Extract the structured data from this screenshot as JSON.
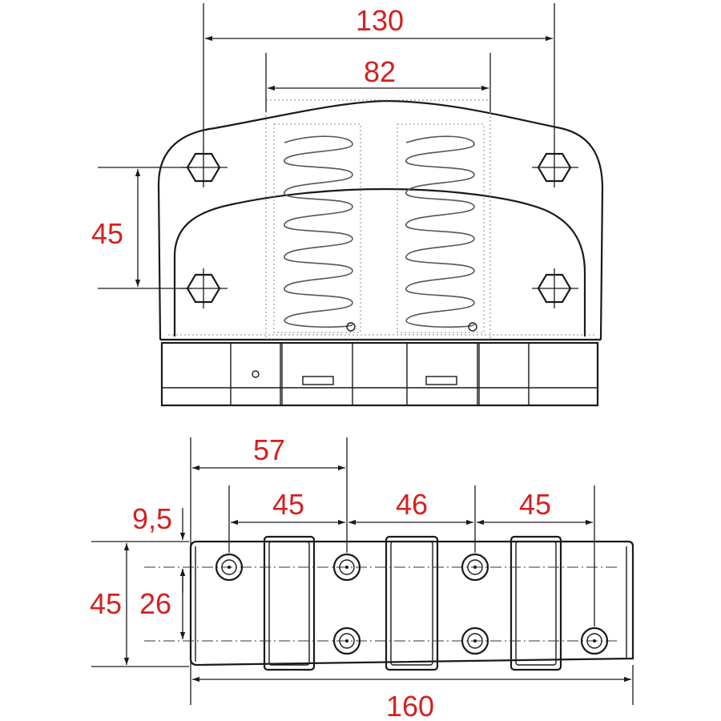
{
  "top_view": {
    "dimensions": {
      "overall_bolt_spacing": "130",
      "spring_spacing": "82",
      "vertical_bolt_spacing": "45"
    }
  },
  "bottom_view": {
    "dimensions": {
      "first_offset": "57",
      "pitch_a": "45",
      "pitch_b": "46",
      "pitch_c": "45",
      "edge_offset": "9,5",
      "height": "45",
      "hole_spacing": "26",
      "length": "160"
    }
  },
  "colors": {
    "dimension_text": "#d42020",
    "line": "#1a1a1a",
    "background": "#ffffff"
  }
}
